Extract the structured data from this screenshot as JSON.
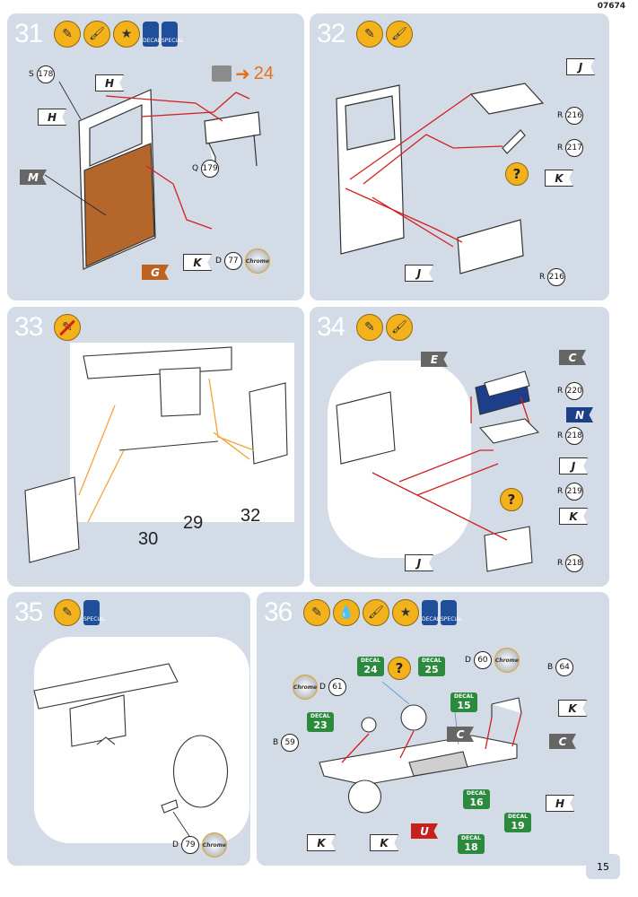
{
  "header": {
    "code": "07674"
  },
  "page_number": "15",
  "steps": {
    "s31": {
      "num": "31",
      "ref_step": "24",
      "parts": {
        "s178": {
          "letter": "S",
          "num": "178"
        },
        "q179": {
          "letter": "Q",
          "num": "179"
        },
        "d77": {
          "letter": "D",
          "num": "77"
        }
      },
      "flags": {
        "h1": "H",
        "h2": "H",
        "m": "M",
        "g": "G",
        "k": "K"
      },
      "decal": "DECAL",
      "special": "SPECIAL",
      "chrome": "Chrome"
    },
    "s32": {
      "num": "32",
      "parts": {
        "r216a": {
          "letter": "R",
          "num": "216"
        },
        "r217": {
          "letter": "R",
          "num": "217"
        },
        "r216b": {
          "letter": "R",
          "num": "216"
        }
      },
      "flags": {
        "j1": "J",
        "k": "K",
        "j2": "J"
      },
      "question": "?"
    },
    "s33": {
      "num": "33",
      "callouts": {
        "c29": "29",
        "c30": "30",
        "c32": "32"
      }
    },
    "s34": {
      "num": "34",
      "parts": {
        "r220": {
          "letter": "R",
          "num": "220"
        },
        "r218a": {
          "letter": "R",
          "num": "218"
        },
        "r219": {
          "letter": "R",
          "num": "219"
        },
        "r218b": {
          "letter": "R",
          "num": "218"
        }
      },
      "flags": {
        "e": "E",
        "c": "C",
        "n": "N",
        "j1": "J",
        "k": "K",
        "j2": "J"
      },
      "question": "?"
    },
    "s35": {
      "num": "35",
      "special": "SPECIAL",
      "parts": {
        "d79": {
          "letter": "D",
          "num": "79"
        }
      },
      "chrome": "Chrome"
    },
    "s36": {
      "num": "36",
      "parts": {
        "d60": {
          "letter": "D",
          "num": "60"
        },
        "d61": {
          "letter": "D",
          "num": "61"
        },
        "b64": {
          "letter": "B",
          "num": "64"
        },
        "b59": {
          "letter": "B",
          "num": "59"
        }
      },
      "decals": {
        "d24": "24",
        "d25": "25",
        "d15": "15",
        "d23": "23",
        "d16": "16",
        "d19": "19",
        "d18": "18"
      },
      "decal_label": "DECAL",
      "flags": {
        "k1": "K",
        "c1": "C",
        "c2": "C",
        "h": "H",
        "k2": "K",
        "k3": "K",
        "u": "U"
      },
      "question": "?",
      "chrome": "Chrome",
      "decal": "DECAL",
      "special": "SPECIAL"
    }
  }
}
